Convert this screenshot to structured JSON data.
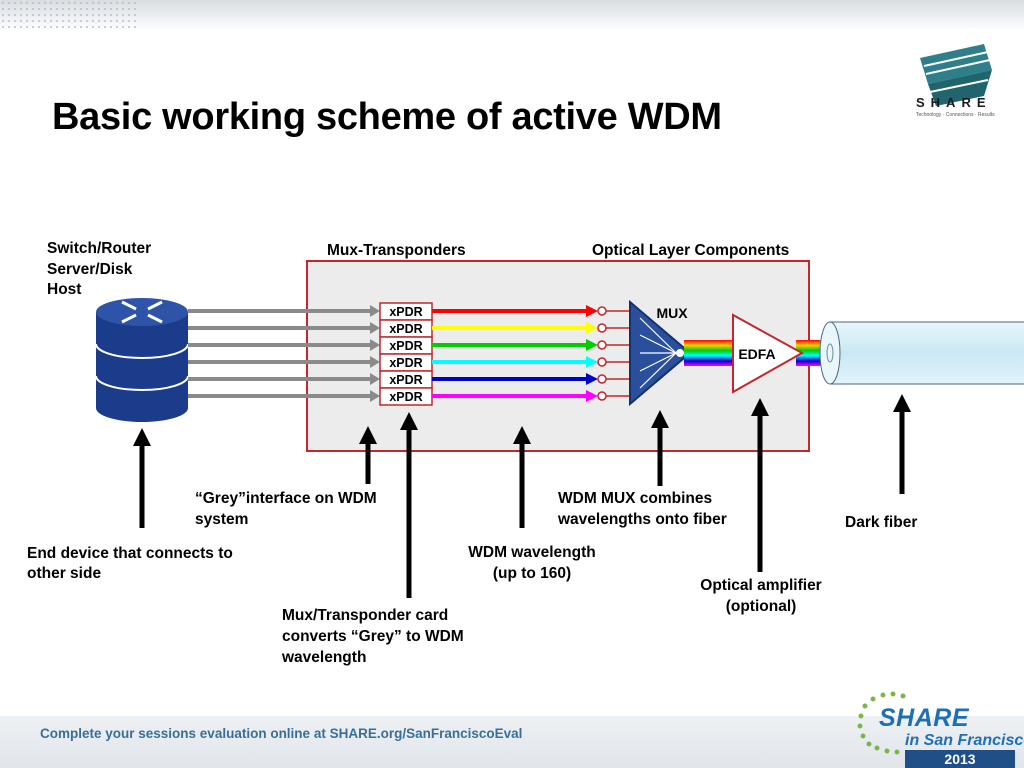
{
  "slide": {
    "title": "Basic working scheme of active WDM"
  },
  "labels": {
    "host_line1": "Switch/Router",
    "host_line2": "Server/Disk",
    "host_line3": "Host",
    "mux_transponders": "Mux-Transponders",
    "optical_layer": "Optical Layer Components",
    "mux": "MUX",
    "edfa": "EDFA",
    "xpdr": [
      "xPDR",
      "xPDR",
      "xPDR",
      "xPDR",
      "xPDR",
      "xPDR"
    ]
  },
  "annotations": {
    "grey_interface_line1": "“Grey”interface on WDM",
    "grey_interface_line2": "system",
    "end_device_line1": "End device that connects to",
    "end_device_line2": "other side",
    "transponder_line1": "Mux/Transponder card",
    "transponder_line2": "converts “Grey” to WDM",
    "transponder_line3": "wavelength",
    "wavelength_line1": "WDM wavelength",
    "wavelength_line2": "(up to 160)",
    "mux_combines_line1": "WDM MUX combines",
    "mux_combines_line2": "wavelengths onto fiber",
    "amplifier_line1": "Optical amplifier",
    "amplifier_line2": "(optional)",
    "dark_fiber": "Dark fiber"
  },
  "colors": {
    "box_border": "#c0282d",
    "box_fill": "#ececec",
    "router": "#1b3c8a",
    "mux": "#2a4f9c",
    "wavelengths": [
      "#ff0000",
      "#ffff00",
      "#00cc00",
      "#00ffff",
      "#0000cc",
      "#ff00ff"
    ],
    "grey_line": "#8a8a8a",
    "fiber": "#cfe9f5"
  },
  "footer": {
    "text": "Complete your sessions evaluation online at SHARE.org/SanFranciscoEval"
  },
  "branding": {
    "share": "SHARE",
    "tagline": "Technology · Connections · Results",
    "event_word": "SHARE",
    "event_city": "in San Francisco",
    "event_year": "2013"
  }
}
